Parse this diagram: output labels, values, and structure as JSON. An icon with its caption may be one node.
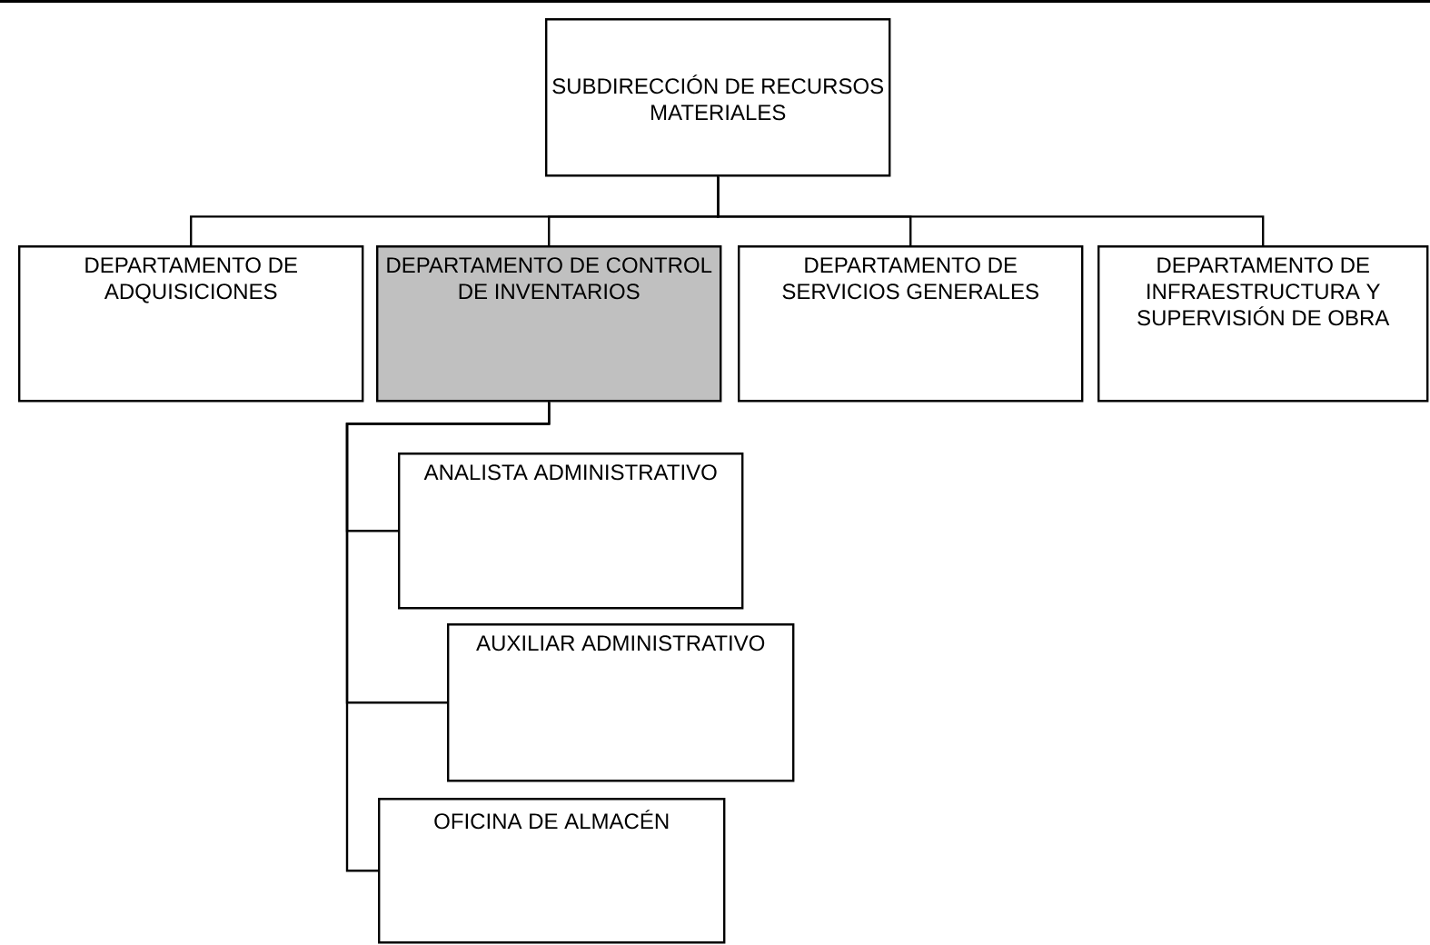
{
  "diagram": {
    "nodes": [
      {
        "text": [
          "SUBDIRECCIÓN DE RECURSOS MATERIALES"
        ]
      },
      {
        "text": [
          "DEPARTAMENTO DE ADQUISICIONES"
        ]
      },
      {
        "text": [
          "DEPARTAMENTO DE CONTROL DE INVENTARIOS"
        ]
      },
      {
        "text": [
          "DEPARTAMENTO DE SERVICIOS GENERALES"
        ]
      },
      {
        "text": [
          "DEPARTAMENTO DE INFRAESTRUCTURA Y SUPERVISIÓN DE OBRA"
        ]
      },
      {
        "text": [
          "ANALISTA ADMINISTRATIVO"
        ]
      },
      {
        "text": [
          "AUXILIAR ADMINISTRATIVO"
        ]
      },
      {
        "text": [
          "OFICINA DE ALMACÉN"
        ]
      }
    ],
    "edges": [
      {
        "from": 0,
        "to": 1,
        "arrow": "none"
      },
      {
        "from": 0,
        "to": 2,
        "arrow": "none"
      },
      {
        "from": 0,
        "to": 3,
        "arrow": "none"
      },
      {
        "from": 0,
        "to": 4,
        "arrow": "none"
      },
      {
        "from": 2,
        "to": 5,
        "arrow": "none"
      },
      {
        "from": 2,
        "to": 6,
        "arrow": "none"
      },
      {
        "from": 2,
        "to": 7,
        "arrow": "none"
      }
    ]
  }
}
